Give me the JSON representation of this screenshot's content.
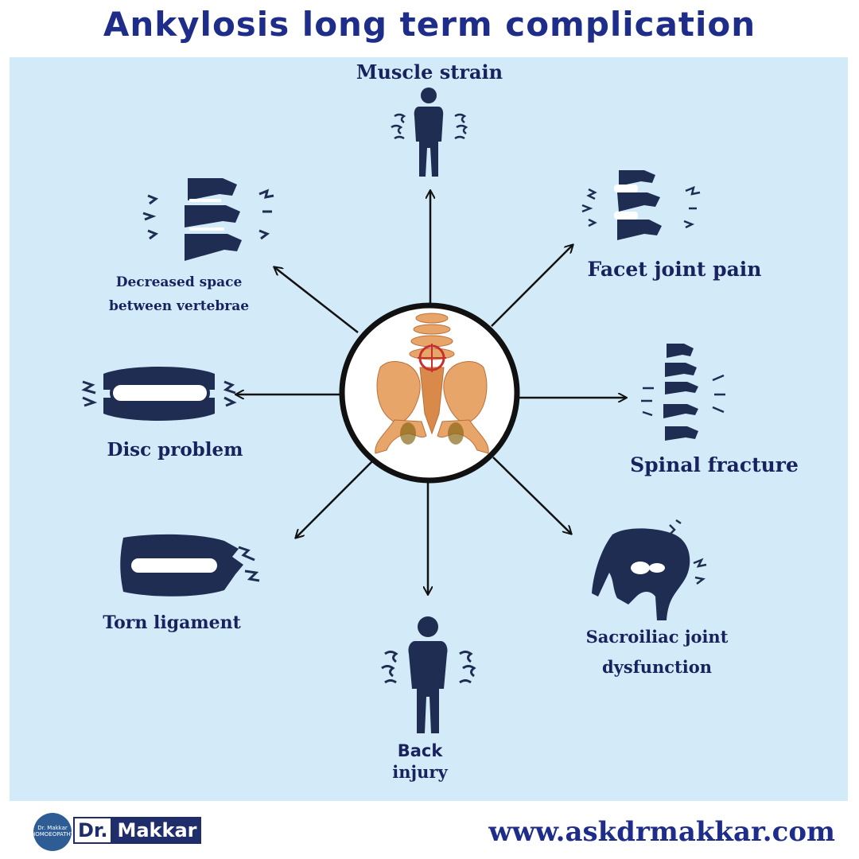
{
  "title": "Ankylosis long term complication",
  "nodes": {
    "muscle_strain": "Muscle strain",
    "facet_joint_pain": "Facet joint pain",
    "spinal_fracture": "Spinal fracture",
    "sacroiliac_line1": "Sacroiliac joint",
    "sacroiliac_line2": "dysfunction",
    "back_injury_line1": "Back",
    "back_injury_line2": "injury",
    "torn_ligament": "Torn ligament",
    "disc_problem": "Disc problem",
    "decreased_line1": "Decreased space",
    "decreased_line2": "between vertebrae"
  },
  "footer": {
    "logo_text": "Dr. Makkar HOMOEOPATHY",
    "brand_dr": "Dr.",
    "brand_name": "Makkar",
    "website": "www.askdrmakkar.com"
  },
  "colors": {
    "icon": "#1f2d52",
    "panel": "#d3ebf8",
    "title": "#1f2d8a",
    "pelvis": "#e8a56a",
    "target": "#c8302b"
  }
}
